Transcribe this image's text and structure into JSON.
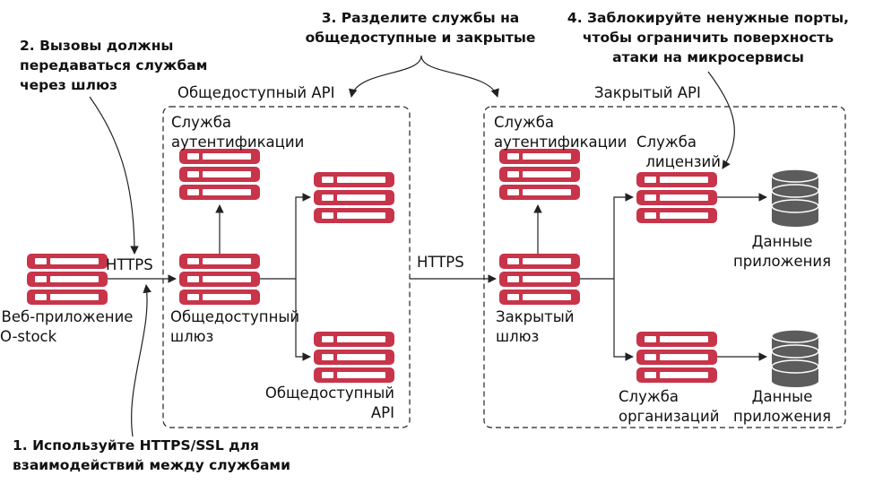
{
  "notes": {
    "n1_line1": "1. Используйте HTTPS/SSL для",
    "n1_line2": "взаимодействий между службами",
    "n2_line1": "2. Вызовы должны",
    "n2_line2": "передаваться службам",
    "n2_line3": "через шлюз",
    "n3_line1": "3. Разделите службы на",
    "n3_line2": "общедоступные и закрытые",
    "n4_line1": "4. Заблокируйте ненужные порты,",
    "n4_line2": "чтобы ограничить поверхность",
    "n4_line3": "атаки на микросервисы"
  },
  "zones": {
    "public_title": "Общедоступный API",
    "private_title": "Закрытый API"
  },
  "labels": {
    "https_left": "HTTPS",
    "https_mid": "HTTPS",
    "web_app_line1": "Веб-приложение",
    "web_app_line2": "O-stock",
    "pub_auth_line1": "Служба",
    "pub_auth_line2": "аутентификации",
    "pub_gateway_line1": "Общедоступный",
    "pub_gateway_line2": "шлюз",
    "pub_api_line1": "Общедоступный",
    "pub_api_line2": "API",
    "priv_auth_line1": "Служба",
    "priv_auth_line2": "аутентификации",
    "priv_gateway_line1": "Закрытый",
    "priv_gateway_line2": "шлюз",
    "license_line1": "Служба",
    "license_line2": "лицензий",
    "org_line1": "Служба",
    "org_line2": "организаций",
    "db1_line1": "Данные",
    "db1_line2": "приложения",
    "db2_line1": "Данные",
    "db2_line2": "приложения"
  },
  "colors": {
    "server": "#c8344a",
    "database": "#5c5c5c",
    "line": "#222222"
  },
  "icons": {
    "server": "server-stack-icon",
    "database": "database-icon"
  }
}
